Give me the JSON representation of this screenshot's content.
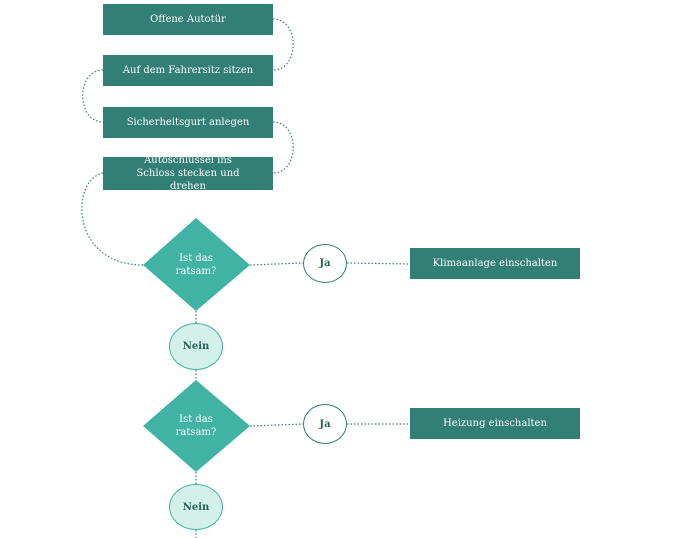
{
  "steps": {
    "open_door": "Offene Autotür",
    "sit_down": "Auf dem Fahrersitz sitzen",
    "seatbelt": "Sicherheitsgurt anlegen",
    "ignition": "Autoschlüssel ins Schloss stecken und drehen"
  },
  "decisions": [
    {
      "question": "Ist das ratsam?",
      "yes_label": "Ja",
      "no_label": "Nein",
      "action": "Klimaanlage einschalten"
    },
    {
      "question": "Ist das ratsam?",
      "yes_label": "Ja",
      "no_label": "Nein",
      "action": "Heizung einschalten"
    }
  ],
  "colors": {
    "box": "#317f75",
    "diamond": "#40b3a5",
    "connector": "#317f75",
    "no_fill": "#d4f0ea"
  }
}
